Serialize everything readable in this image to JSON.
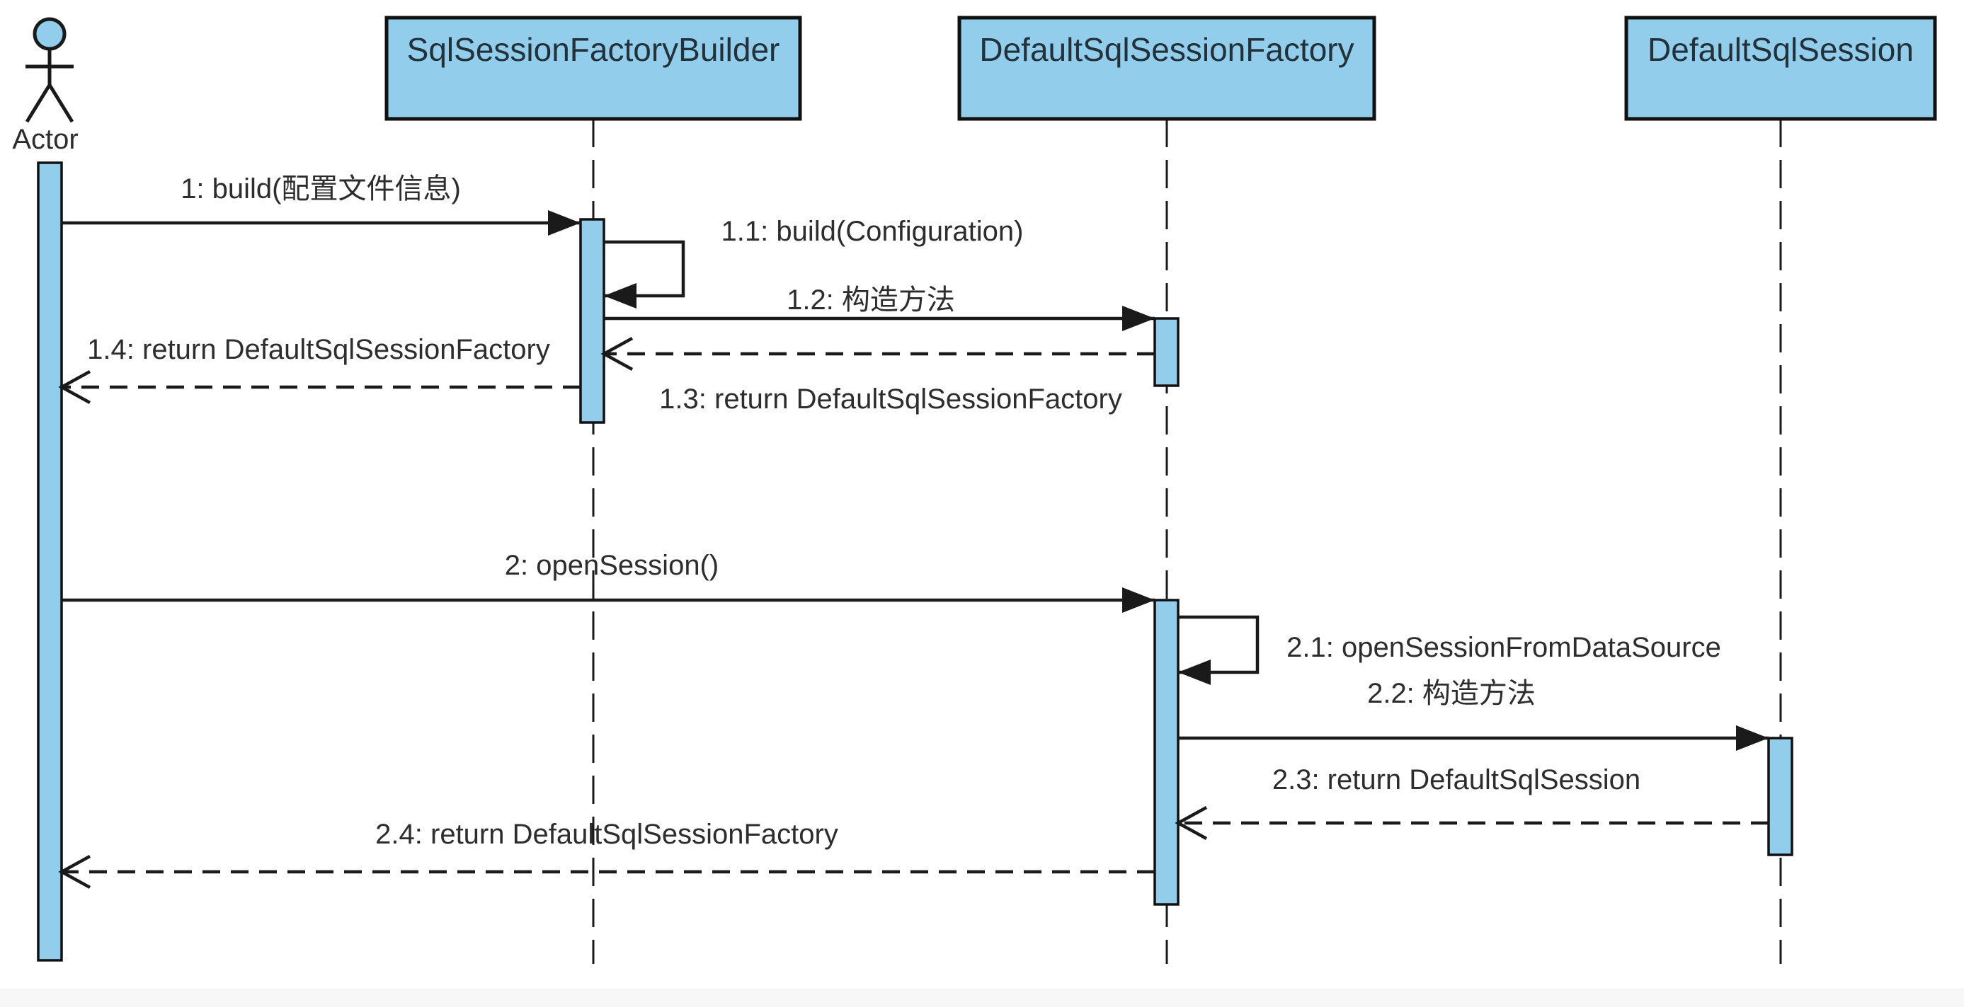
{
  "diagram": {
    "kind": "uml-sequence-diagram",
    "colors": {
      "shape_fill": "#93cdec",
      "shape_stroke": "#111111",
      "line_color": "#1a1a1a",
      "text_color": "#2d2d2d",
      "background": "#ffffff",
      "footer_strip": "#f7f7f7"
    },
    "participants": [
      {
        "id": "actor",
        "label": "Actor",
        "kind": "actor"
      },
      {
        "id": "builder",
        "label": "SqlSessionFactoryBuilder",
        "kind": "object"
      },
      {
        "id": "factory",
        "label": "DefaultSqlSessionFactory",
        "kind": "object"
      },
      {
        "id": "session",
        "label": "DefaultSqlSession",
        "kind": "object"
      }
    ],
    "messages": [
      {
        "seq": "1",
        "label": "1: build(配置文件信息)",
        "from": "actor",
        "to": "builder",
        "style": "sync"
      },
      {
        "seq": "1.1",
        "label": "1.1: build(Configuration)",
        "from": "builder",
        "to": "builder",
        "style": "self"
      },
      {
        "seq": "1.2",
        "label": "1.2: 构造方法",
        "from": "builder",
        "to": "factory",
        "style": "sync"
      },
      {
        "seq": "1.3",
        "label": "1.3: return DefaultSqlSessionFactory",
        "from": "factory",
        "to": "builder",
        "style": "return"
      },
      {
        "seq": "1.4",
        "label": "1.4: return DefaultSqlSessionFactory",
        "from": "builder",
        "to": "actor",
        "style": "return"
      },
      {
        "seq": "2",
        "label": "2: openSession()",
        "from": "actor",
        "to": "factory",
        "style": "sync"
      },
      {
        "seq": "2.1",
        "label": "2.1: openSessionFromDataSource",
        "from": "factory",
        "to": "factory",
        "style": "self"
      },
      {
        "seq": "2.2",
        "label": "2.2: 构造方法",
        "from": "factory",
        "to": "session",
        "style": "sync"
      },
      {
        "seq": "2.3",
        "label": "2.3: return DefaultSqlSession",
        "from": "session",
        "to": "factory",
        "style": "return"
      },
      {
        "seq": "2.4",
        "label": "2.4: return DefaultSqlSessionFactory",
        "from": "factory",
        "to": "actor",
        "style": "return"
      }
    ]
  }
}
